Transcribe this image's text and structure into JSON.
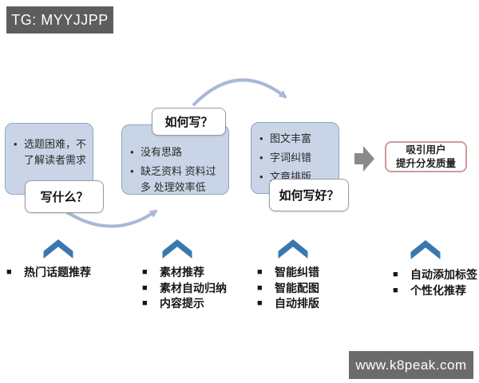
{
  "watermarks": {
    "top": "TG: MYYJJPP",
    "bottom": "www.k8peak.com"
  },
  "colors": {
    "pain_box_fill": "#c9d5e7",
    "pain_box_border": "#8ca6c4",
    "chevron_blue": "#3878ae",
    "arc_blue": "#a9b8d6",
    "block_arrow_gray": "#8a8a8a",
    "result_border_rose": "#d09a9a",
    "banner_gray": "#5d5d5d"
  },
  "pain_boxes": [
    {
      "items": [
        "选题困难，不了解读者需求"
      ]
    },
    {
      "items": [
        "没有思路",
        "缺乏资料 资料过多 处理效率低"
      ]
    },
    {
      "items": [
        "图文丰富",
        "字词纠错",
        "文章排版"
      ]
    }
  ],
  "question_boxes": [
    "写什么？",
    "如何写？",
    "如何写好？"
  ],
  "result_box": {
    "line1": "吸引用户",
    "line2": "提升分发质量"
  },
  "solution_columns": [
    {
      "items": [
        "热门话题推荐"
      ]
    },
    {
      "items": [
        "素材推荐",
        "素材自动归纳",
        "内容提示"
      ]
    },
    {
      "items": [
        "智能纠错",
        "智能配图",
        "自动排版"
      ]
    },
    {
      "items": [
        "自动添加标签",
        "个性化推荐"
      ]
    }
  ]
}
